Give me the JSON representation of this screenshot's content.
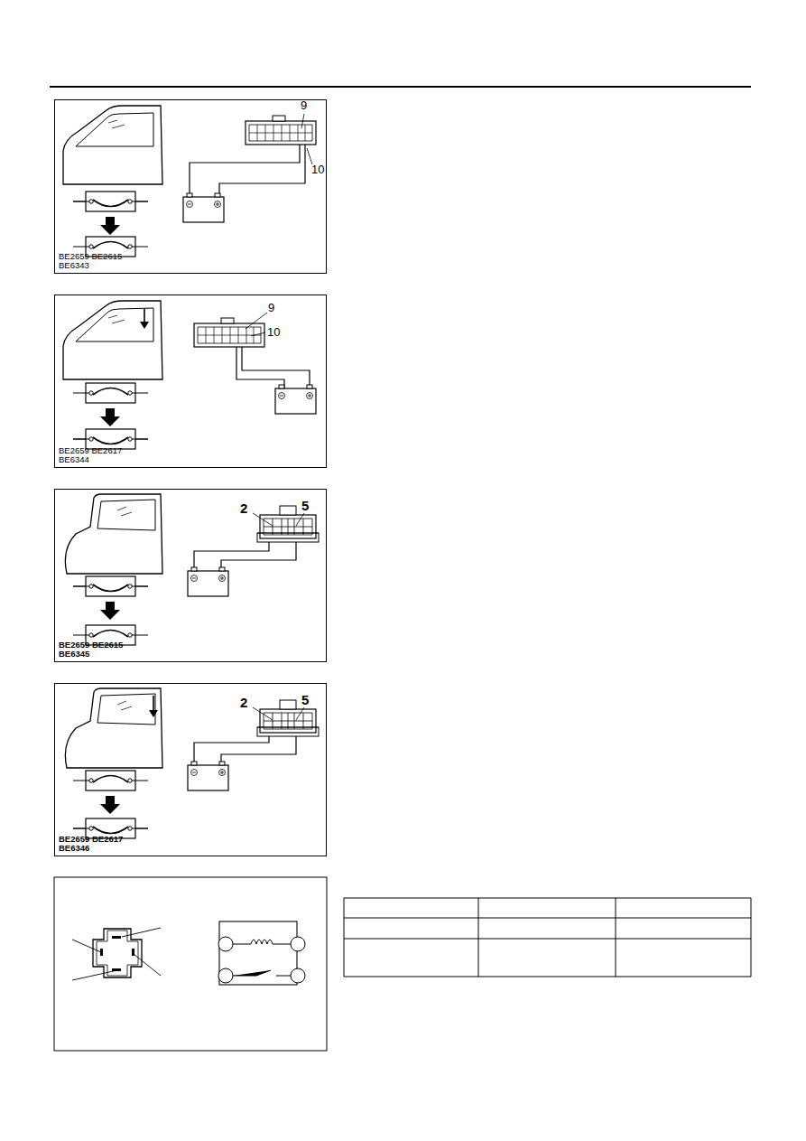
{
  "diagram": {
    "nodes": [
      {
        "text": [
          "BE2659 BE2615 BE6343"
        ]
      },
      {
        "text": [
          "BE2659 BE2617 BE6344"
        ]
      },
      {
        "text": [
          "BE2659 BE2615 BE6345"
        ]
      },
      {
        "text": [
          "BE2659 BE2617 BE6346"
        ]
      }
    ],
    "labels": [
      "9",
      "10",
      "9",
      "10",
      "2",
      "5",
      "2",
      "5"
    ]
  }
}
